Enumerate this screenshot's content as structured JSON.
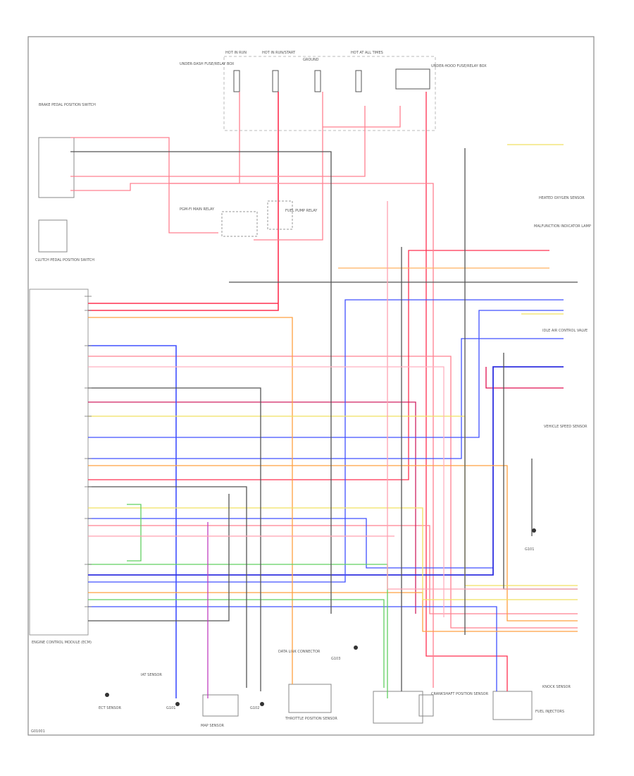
{
  "diagram": {
    "footer_code": "G01001",
    "labels": {
      "hot_fuse_1": "HOT IN RUN",
      "hot_fuse_2": "HOT IN RUN/START",
      "ground_dist": "GROUND",
      "hot_fuse_3": "HOT AT ALL TIMES",
      "top_fuse_block": "UNDER-DASH FUSE/RELAY BOX",
      "right_fuse_block": "UNDER-HOOD FUSE/RELAY BOX",
      "brake_switch": "BRAKE PEDAL POSITION SWITCH",
      "clutch_switch": "CLUTCH PEDAL POSITION SWITCH",
      "main_relay_1": "PGM-FI MAIN RELAY",
      "main_relay_2": "FUEL PUMP RELAY",
      "o2_sensor_top": "HEATED OXYGEN SENSOR",
      "mil_lamp": "MALFUNCTION INDICATOR LAMP",
      "iac_valve": "IDLE AIR CONTROL VALVE",
      "ground_right": "G101",
      "vss": "VEHICLE SPEED SENSOR",
      "ecm": "ENGINE CONTROL MODULE (ECM)",
      "ect_sensor": "ECT SENSOR",
      "iat_sensor": "IAT SENSOR",
      "map_sensor": "MAP SENSOR",
      "ground_a": "G101",
      "ground_b": "G102",
      "ground_c": "G103",
      "tp_sensor": "THROTTLE POSITION SENSOR",
      "ckp_sensor": "CRANKSHAFT POSITION SENSOR",
      "knock_sensor": "KNOCK SENSOR",
      "injectors": "FUEL INJECTORS",
      "data_link": "DATA LINK CONNECTOR"
    }
  }
}
